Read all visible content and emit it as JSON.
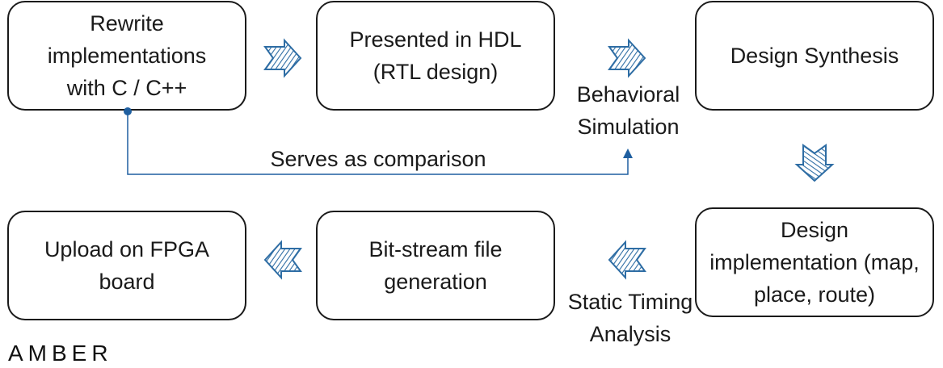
{
  "boxes": [
    {
      "text": "Rewrite implementations with C / C++"
    },
    {
      "text": "Presented in HDL (RTL design)"
    },
    {
      "text": "Design Synthesis"
    },
    {
      "text": "Design implementation (map, place, route)"
    },
    {
      "text": "Bit-stream file generation"
    },
    {
      "text": "Upload on FPGA board"
    }
  ],
  "labels": {
    "behavioral": "Behavioral Simulation",
    "comparison": "Serves as comparison",
    "timing": "Static Timing Analysis"
  },
  "logo": "AMBER",
  "colors": {
    "arrow": "#2e6da4",
    "connector": "#1f5fa0",
    "border": "#1a1a1a"
  }
}
